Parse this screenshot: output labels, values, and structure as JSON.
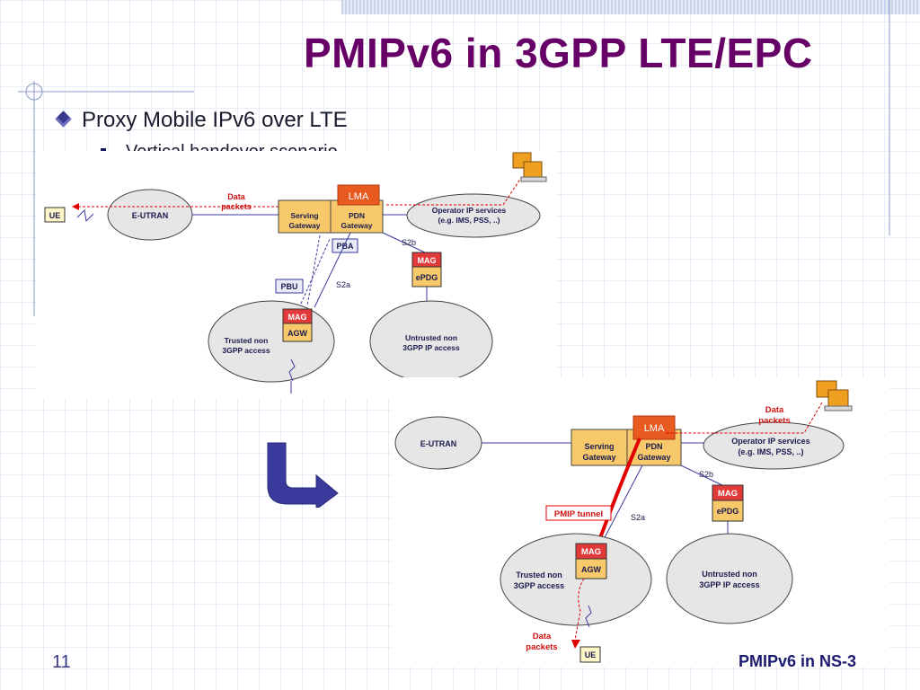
{
  "slide": {
    "title": "PMIPv6 in 3GPP LTE/EPC",
    "bullet1": "Proxy Mobile IPv6 over LTE",
    "bullet2": "Vertical handover scenario",
    "page_number": "11",
    "footer": "PMIPv6 in NS-3"
  },
  "diagram_top": {
    "ue": "UE",
    "eutran": "E-UTRAN",
    "data_packets_1": "Data",
    "data_packets_2": "packets",
    "lma": "LMA",
    "serving_1": "Serving",
    "serving_2": "Gateway",
    "pdn_1": "PDN",
    "pdn_2": "Gateway",
    "operator_1": "Operator IP services",
    "operator_2": "(e.g. IMS, PSS, ..)",
    "s2b": "S2b",
    "mag_epdg": "MAG",
    "epdg": "ePDG",
    "pba": "PBA",
    "pbu": "PBU",
    "s2a": "S2a",
    "mag_agw": "MAG",
    "agw": "AGW",
    "trusted_1": "Trusted non",
    "trusted_2": "3GPP access",
    "untrusted_1": "Untrusted non",
    "untrusted_2": "3GPP IP access"
  },
  "diagram_bottom": {
    "eutran": "E-UTRAN",
    "data_packets_1": "Data",
    "data_packets_2": "packets",
    "lma": "LMA",
    "serving_1": "Serving",
    "serving_2": "Gateway",
    "pdn_1": "PDN",
    "pdn_2": "Gateway",
    "operator_1": "Operator IP services",
    "operator_2": "(e.g. IMS, PSS, ..)",
    "s2b": "S2b",
    "mag_epdg": "MAG",
    "epdg": "ePDG",
    "pmip_tunnel": "PMIP tunnel",
    "s2a": "S2a",
    "mag_agw": "MAG",
    "agw": "AGW",
    "trusted_1": "Trusted non",
    "trusted_2": "3GPP access",
    "untrusted_1": "Untrusted non",
    "untrusted_2": "3GPP IP access",
    "data_bottom_1": "Data",
    "data_bottom_2": "packets",
    "ue": "UE"
  },
  "colors": {
    "title": "#660066",
    "gateway_fill": "#f7c96a",
    "mag_fill": "#e03a3a",
    "lma_fill": "#e85a20",
    "arrow_blue": "#3a3a9c",
    "tunnel_red": "#e00000"
  }
}
